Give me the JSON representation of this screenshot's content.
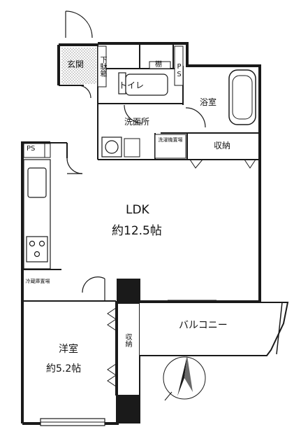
{
  "rooms": {
    "ldk_name": "LDK",
    "ldk_area": "約12.5帖",
    "western_name": "洋室",
    "western_area": "約5.2帖",
    "balcony": "バルコニー",
    "bath": "浴室",
    "toilet": "トイレ",
    "washroom": "洗面所",
    "entrance": "玄関"
  },
  "fixtures": {
    "shoe_storage": "下駄箱",
    "shelf": "棚",
    "ps_upper": "PS",
    "ps_lower": "PS",
    "storage_main": "収納",
    "storage_western": "収納",
    "washer_place": "洗濯機置場",
    "fridge_place": "冷蔵庫置場"
  },
  "colors": {
    "wall": "#1a1a1a",
    "floor_hatch": "#8a8a8a",
    "fill": "#ffffff"
  }
}
